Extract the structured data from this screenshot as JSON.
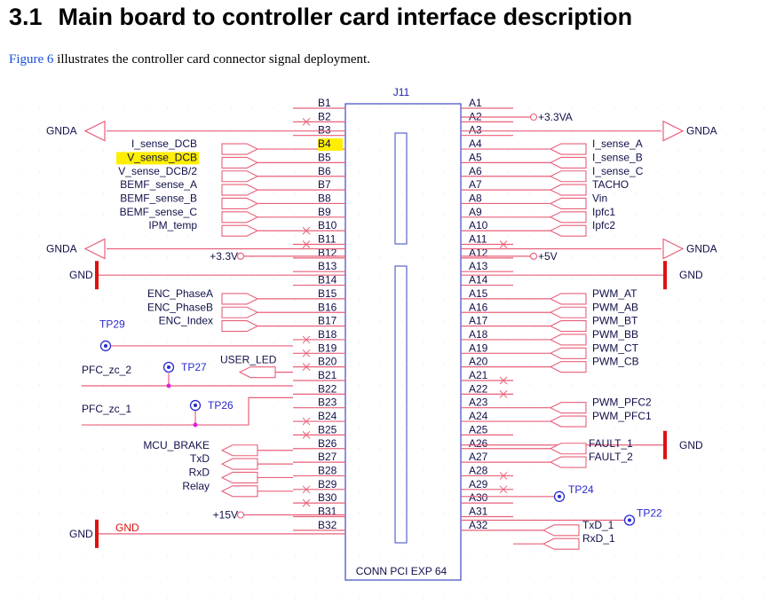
{
  "heading": {
    "number": "3.1",
    "title": "Main board to controller card interface description"
  },
  "intro": {
    "link": "Figure 6",
    "rest": " illustrates the controller card connector signal deployment."
  },
  "colors": {
    "wire": "#e8607a",
    "box": "#4a56c8",
    "text": "#10104a",
    "gnd_bar": "#e01010",
    "tp": "#2a2ad0",
    "junction": "#e020e0",
    "highlight": "#ffee00"
  },
  "connector": {
    "ref": "J11",
    "part": "CONN PCI EXP 64"
  },
  "pins_b": [
    "B1",
    "B2",
    "B3",
    "B4",
    "B5",
    "B6",
    "B7",
    "B8",
    "B9",
    "B10",
    "B11",
    "B12",
    "B13",
    "B14",
    "B15",
    "B16",
    "B17",
    "B18",
    "B19",
    "B20",
    "B21",
    "B22",
    "B23",
    "B24",
    "B25",
    "B26",
    "B27",
    "B28",
    "B29",
    "B30",
    "B31",
    "B32"
  ],
  "pins_a": [
    "A1",
    "A2",
    "A3",
    "A4",
    "A5",
    "A6",
    "A7",
    "A8",
    "A9",
    "A10",
    "A11",
    "A12",
    "A13",
    "A14",
    "A15",
    "A16",
    "A17",
    "A18",
    "A19",
    "A20",
    "A21",
    "A22",
    "A23",
    "A24",
    "A25",
    "A26",
    "A27",
    "A28",
    "A29",
    "A30",
    "A31",
    "A32"
  ],
  "highlight_pin": "B4",
  "left_signals_1": [
    "I_sense_DCB",
    "V_sense_DCB",
    "V_sense_DCB/2",
    "BEMF_sense_A",
    "BEMF_sense_B",
    "BEMF_sense_C",
    "IPM_temp"
  ],
  "right_signals_1": [
    "I_sense_A",
    "I_sense_B",
    "I_sense_C",
    "TACHO",
    "Vin",
    "Ipfc1",
    "Ipfc2"
  ],
  "left_signals_2": [
    "ENC_PhaseA",
    "ENC_PhaseB",
    "ENC_Index"
  ],
  "right_pwm": [
    "PWM_AT",
    "PWM_AB",
    "PWM_BT",
    "PWM_BB",
    "PWM_CT",
    "PWM_CB"
  ],
  "right_pfc": [
    "PWM_PFC2",
    "PWM_PFC1"
  ],
  "right_fault": [
    "FAULT_1",
    "FAULT_2"
  ],
  "left_signals_3": [
    "MCU_BRAKE",
    "TxD",
    "RxD",
    "Relay"
  ],
  "right_uart": [
    "TxD_1",
    "RxD_1"
  ],
  "labels": {
    "gnda": "GNDA",
    "gnd": "GND",
    "v33": "+3.3V",
    "v33a": "+3.3VA",
    "v5": "+5V",
    "v15": "+15V",
    "tp29": "TP29",
    "tp27": "TP27",
    "tp26": "TP26",
    "tp24": "TP24",
    "tp22": "TP22",
    "user_led": "USER_LED",
    "pfc_zc_2": "PFC_zc_2",
    "pfc_zc_1": "PFC_zc_1",
    "gnd_red": "GND"
  }
}
